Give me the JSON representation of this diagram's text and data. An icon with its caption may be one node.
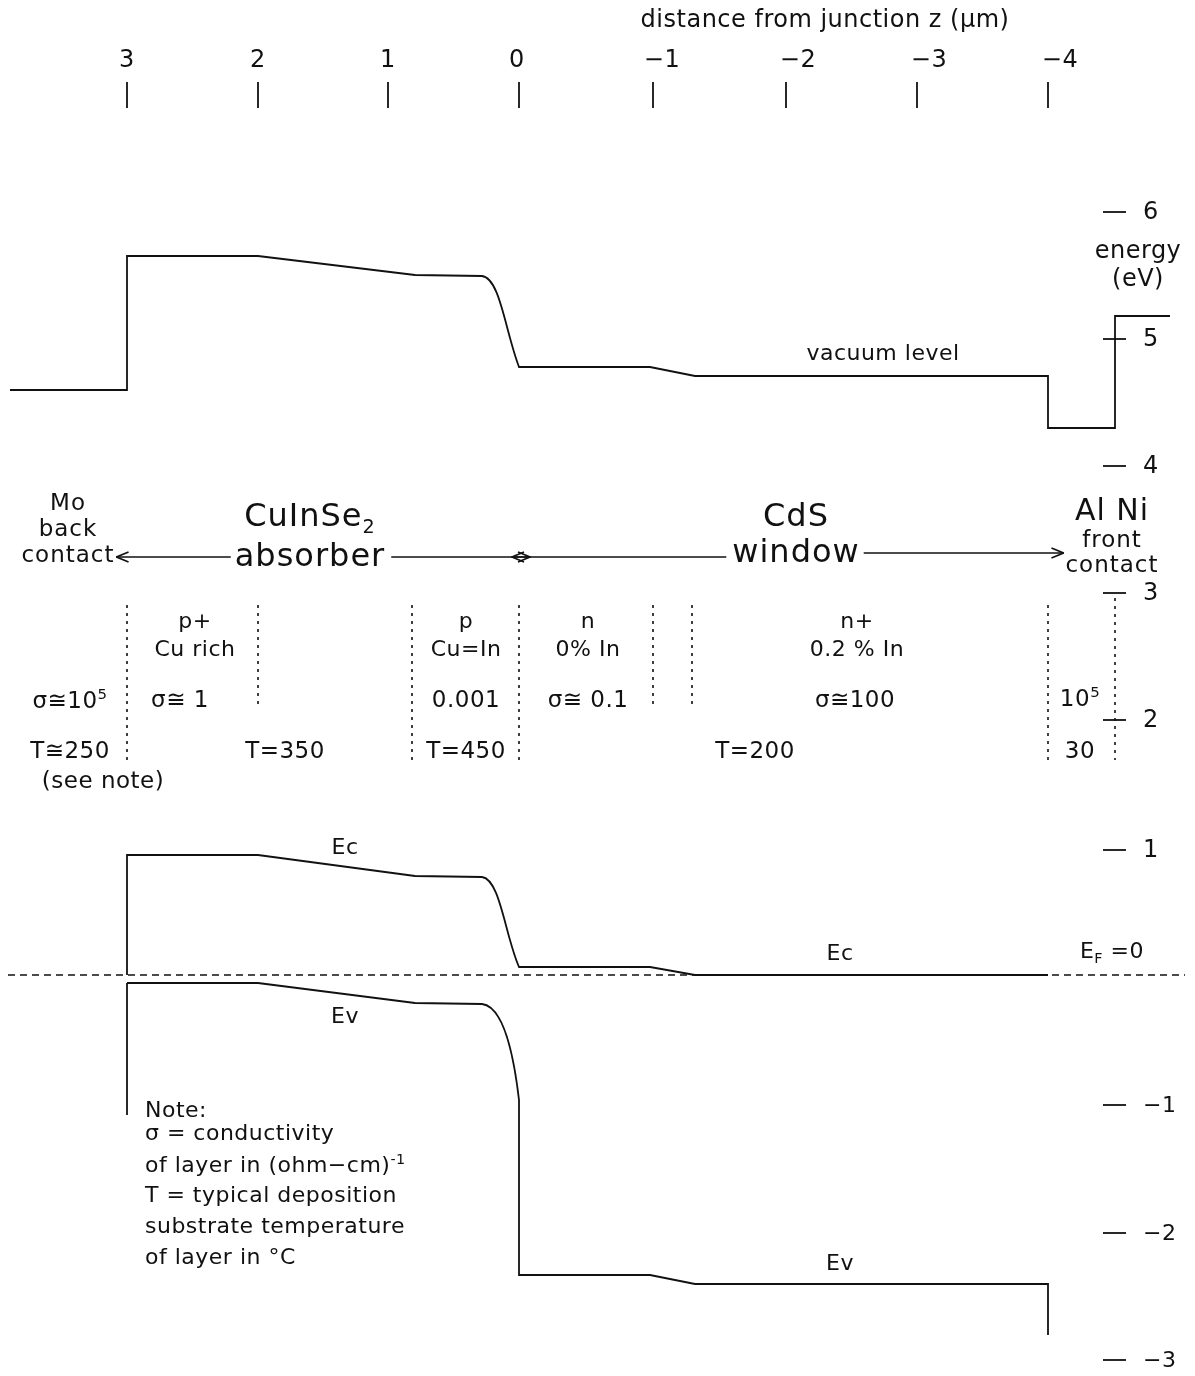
{
  "diagram": {
    "nodes": [
      {
        "text": [
          "Mo back contact"
        ]
      },
      {
        "text": [
          "CuInSe$_{2}$ absorber"
        ]
      },
      {
        "text": [
          "CdS window"
        ]
      },
      {
        "text": [
          "Al Ni",
          "front contact"
        ]
      }
    ],
    "edges": [
      {
        "from": 1,
        "to": 0,
        "arrow": "to"
      },
      {
        "from": 1,
        "to": null,
        "arrow": "to"
      },
      {
        "from": 2,
        "to": null,
        "arrow": "to"
      },
      {
        "from": 2,
        "to": 3,
        "arrow": "to"
      }
    ],
    "labels": [
      "distance from junction z (μm)",
      "3",
      "2",
      "1",
      "0",
      "−1",
      "−2",
      "−3",
      "−4",
      "6",
      "energy (eV)",
      "5",
      "vacuum level",
      "4",
      "3",
      "p+",
      "Cu rich",
      "p",
      "Cu=In",
      "n",
      "0% In",
      "n+",
      "0.2 % In",
      "σ≅10$^{5}$",
      "σ≅ 1",
      "0.001",
      "σ≅ 0.1",
      "σ≅100",
      "10$^{5}$",
      "2",
      "T≅250",
      "(see note)",
      "T=350",
      "T=450",
      "T=200",
      "30",
      "Ec",
      "1",
      "Ec",
      "E$_{F}$ =0",
      "Ev",
      "Note:",
      "σ = conductivity",
      "of layer in (ohm−cm)$^{-1}$",
      "T = typical deposition",
      "substrate temperature",
      "of layer in °C",
      "−1",
      "−2",
      "Ev",
      "−3"
    ]
  }
}
